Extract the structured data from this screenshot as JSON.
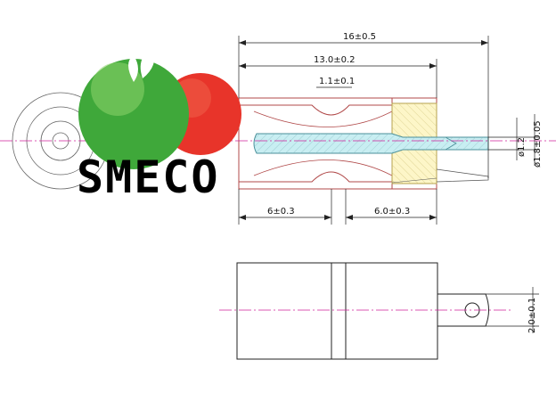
{
  "logo": {
    "text": "SMECO"
  },
  "dimensions": {
    "overall_length": "16±0.5",
    "body_length": "13.0±0.2",
    "groove_width": "1.1±0.1",
    "left_segment": "6±0.3",
    "right_segment": "6.0±0.3",
    "pin_diameter": "ø1.2",
    "pin_outer_diameter": "ø1.8±0.05",
    "tab_width": "2.0±0.1"
  },
  "colors": {
    "pin_fill": "#c8eef2",
    "insulator_fill": "#fdf6c8",
    "centerline": "#d0209a",
    "apple_green": "#3fa83a",
    "apple_red": "#e8342a"
  }
}
